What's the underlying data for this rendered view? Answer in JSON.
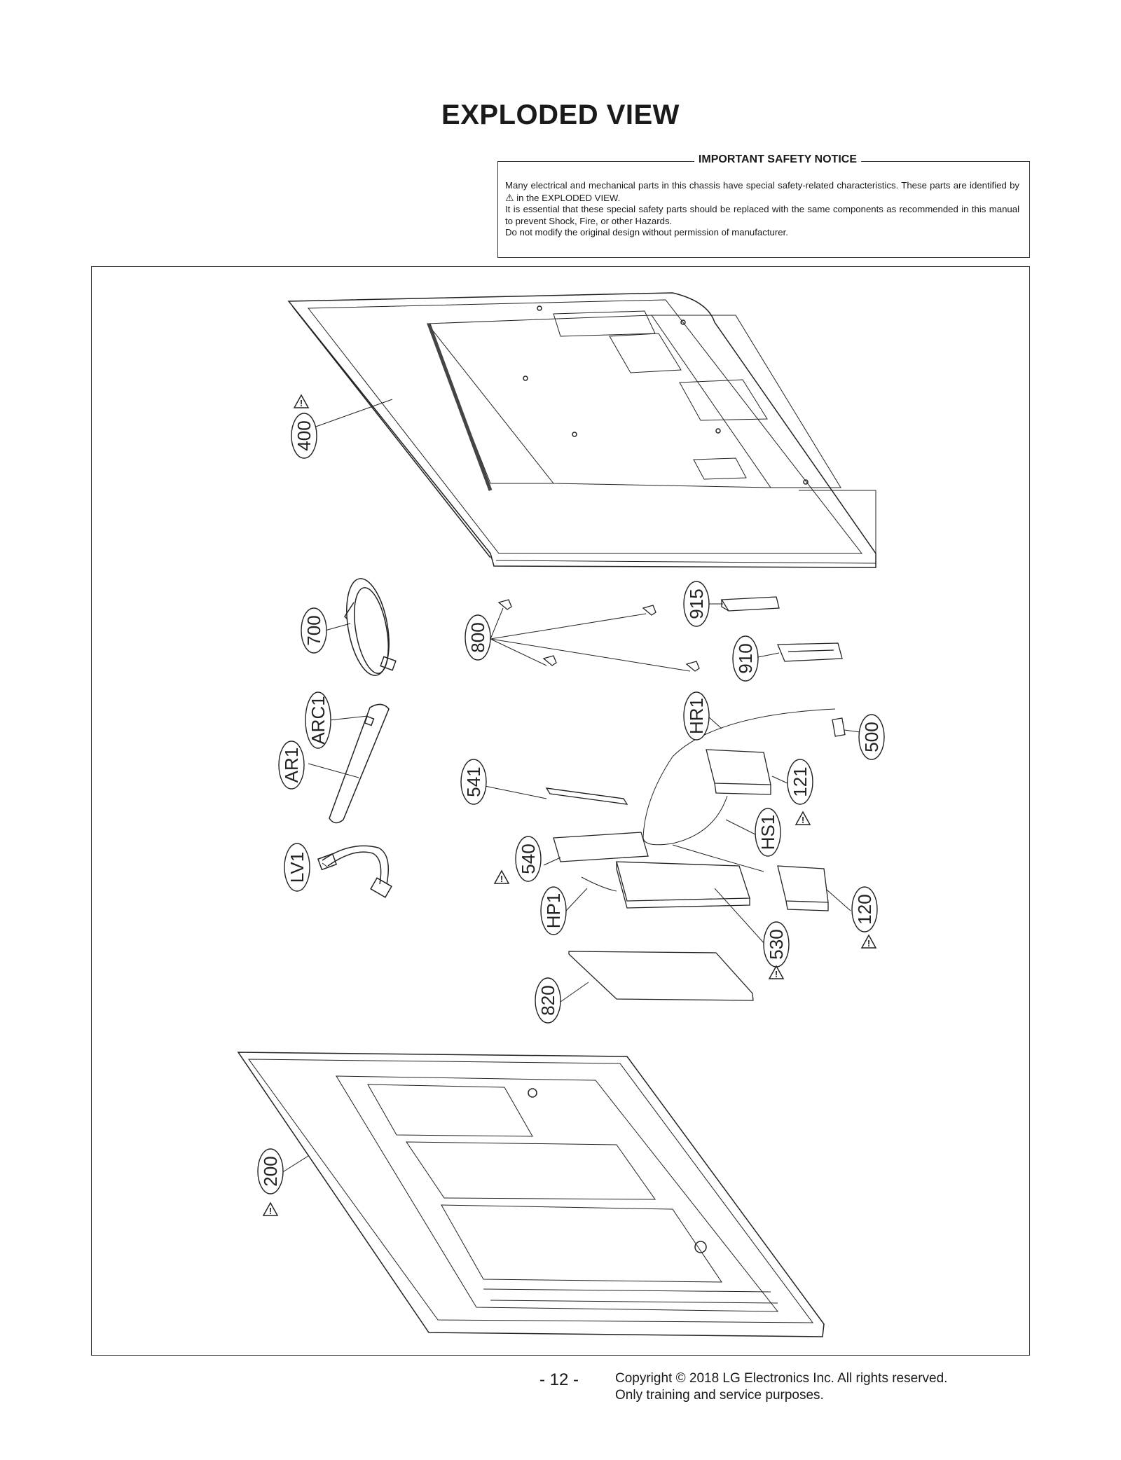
{
  "title": "EXPLODED VIEW",
  "notice": {
    "heading": "IMPORTANT SAFETY NOTICE",
    "line1": "Many electrical and mechanical parts in this chassis have special safety-related characteristics. These parts are identified by",
    "line1b": "in the EXPLODED VIEW.",
    "line2": "It is essential that these special safety parts should be replaced with the same components as recommended in this manual to prevent Shock, Fire, or other Hazards.",
    "line3": "Do not modify the original design without permission of manufacturer."
  },
  "parts": {
    "p400": "400",
    "p700": "700",
    "p800": "800",
    "p915": "915",
    "p910": "910",
    "pARC1": "ARC1",
    "pAR1": "AR1",
    "pHR1": "HR1",
    "p500": "500",
    "p541": "541",
    "p121": "121",
    "pHS1": "HS1",
    "pLV1": "LV1",
    "p540": "540",
    "pHP1": "HP1",
    "p120": "120",
    "p530": "530",
    "p820": "820",
    "p200": "200"
  },
  "safety_symbol": "!",
  "footer": {
    "page": "- 12 -",
    "copyright": "Copyright © 2018 LG Electronics Inc. All rights reserved.",
    "purpose": "Only training and service purposes."
  }
}
